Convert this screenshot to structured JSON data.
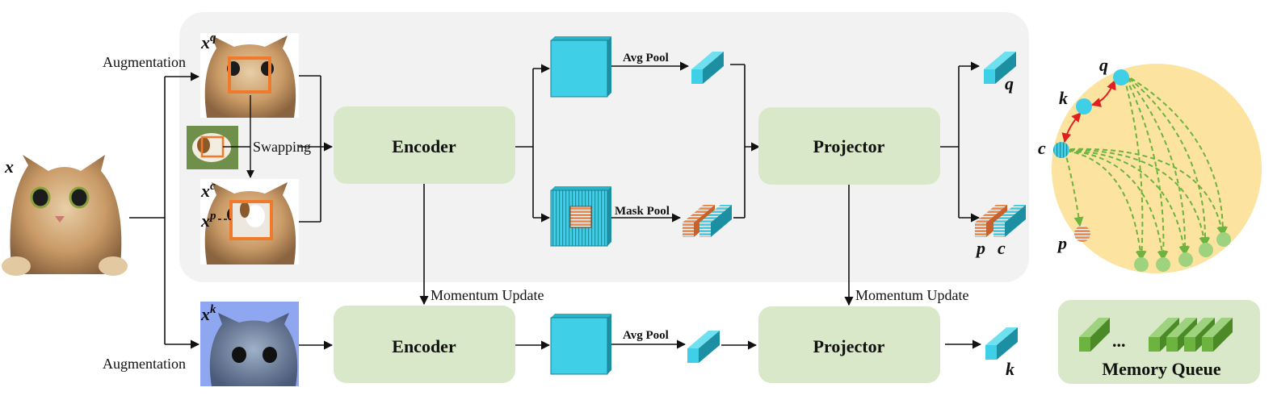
{
  "labels": {
    "augmentation_top": "Augmentation",
    "augmentation_bottom": "Augmentation",
    "swapping": "Swapping",
    "momentum_update_encoder": "Momentum Update",
    "momentum_update_projector": "Momentum Update",
    "avg_pool_top": "Avg Pool",
    "mask_pool": "Mask Pool",
    "avg_pool_bottom": "Avg Pool",
    "memory_queue": "Memory Queue",
    "memory_queue_ellipsis": "..."
  },
  "boxes": {
    "encoder_top": "Encoder",
    "projector_top": "Projector",
    "encoder_bottom": "Encoder",
    "projector_bottom": "Projector"
  },
  "math": {
    "x": "x",
    "xq_base": "x",
    "xq_sup": "q",
    "xc_base": "x",
    "xc_sup": "c",
    "xp_base": "x",
    "xp_sup": "p",
    "xk_base": "x",
    "xk_sup": "k",
    "out_q": "q",
    "out_p": "p",
    "out_c": "c",
    "out_k": "k",
    "sphere_q": "q",
    "sphere_k": "k",
    "sphere_c": "c",
    "sphere_p": "p"
  },
  "colors": {
    "panel": "#f2f2f2",
    "box_green": "#d9e8c8",
    "cyan": "#3fcfe6",
    "orange": "#f08a4b",
    "sphere": "#fde3a0",
    "negative_green": "#9fd27e",
    "arrow_red": "#e02020",
    "arrow_green": "#6db33f"
  }
}
